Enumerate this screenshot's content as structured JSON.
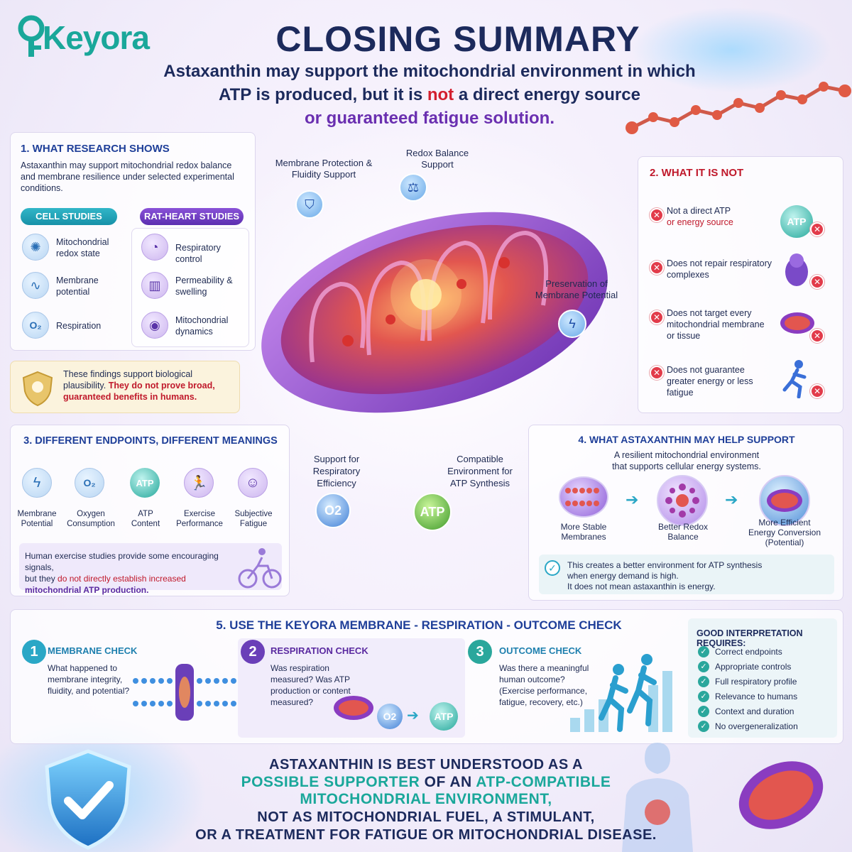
{
  "logo": {
    "text": "Keyora"
  },
  "header": {
    "title": "CLOSING SUMMARY",
    "subtitle_l1": "Astaxanthin may support the mitochondrial environment in which",
    "subtitle_l2a": "ATP is produced, but it is ",
    "subtitle_l2b": "not",
    "subtitle_l2c": " a direct energy source",
    "subtitle_l3": "or guaranteed fatigue solution."
  },
  "research": {
    "heading": "1. WHAT RESEARCH SHOWS",
    "intro": "Astaxanthin may support mitochondrial redox balance and membrane resilience under selected experimental conditions.",
    "cell_label": "CELL STUDIES",
    "rat_label": "RAT-HEART STUDIES",
    "cell_items": [
      "Mitochondrial redox state",
      "Membrane potential",
      "Respiration"
    ],
    "rat_items": [
      "Respiratory control",
      "Permeability & swelling",
      "Mitochondrial dynamics"
    ],
    "note_a": "These findings support biological plausibility.",
    "note_b": "They do not prove broad, guaranteed benefits in humans."
  },
  "center": {
    "label_membrane": "Membrane Protection & Fluidity Support",
    "label_redox": "Redox Balance Support",
    "label_preservation": "Preservation of Membrane Potential",
    "label_respiratory": "Support for Respiratory Efficiency",
    "label_compatible": "Compatible Environment for ATP Synthesis",
    "o2": "O2",
    "atp": "ATP"
  },
  "not": {
    "heading": "2. WHAT IT IS NOT",
    "item1a": "Not a direct ATP",
    "item1b": "or energy source",
    "item2": "Does not repair respiratory complexes",
    "item3": "Does not target every mitochondrial membrane or tissue",
    "item4": "Does not guarantee greater energy or less fatigue",
    "atp_icon": "ATP"
  },
  "endpoints": {
    "heading": "3. DIFFERENT ENDPOINTS, DIFFERENT MEANINGS",
    "items": [
      "Membrane Potential",
      "Oxygen Consumption",
      "ATP Content",
      "Exercise Performance",
      "Subjective Fatigue"
    ],
    "atp_icon": "ATP",
    "note_a": "Human exercise studies provide some encouraging signals,",
    "note_b": "but they ",
    "note_c": "do not directly establish increased",
    "note_d": "mitochondrial ATP production."
  },
  "support": {
    "heading": "4. WHAT ASTAXANTHIN MAY HELP SUPPORT",
    "intro": "A resilient mitochondrial environment that supports cellular energy systems.",
    "items": [
      "More Stable Membranes",
      "Better Redox Balance",
      "More Efficient Energy Conversion (Potential)"
    ],
    "note_a": "This creates a better environment for ATP synthesis when energy demand is high.",
    "note_b": "It does not mean astaxanthin is energy."
  },
  "check": {
    "heading": "5. USE THE KEYORA MEMBRANE - RESPIRATION - OUTCOME CHECK",
    "step1_num": "1",
    "step1_title": "MEMBRANE CHECK",
    "step1_text": "What happened to membrane integrity, fluidity, and potential?",
    "step2_num": "2",
    "step2_title": "RESPIRATION CHECK",
    "step2_text": "Was respiration measured? Was ATP production or content measured?",
    "step3_num": "3",
    "step3_title": "OUTCOME CHECK",
    "step3_text": "Was there a meaningful human outcome? (Exercise performance, fatigue, recovery, etc.)",
    "o2": "O2",
    "atp": "ATP"
  },
  "requires": {
    "heading": "GOOD INTERPRETATION REQUIRES:",
    "items": [
      "Correct endpoints",
      "Appropriate controls",
      "Full respiratory profile",
      "Relevance to humans",
      "Context and duration",
      "No overgeneralization"
    ]
  },
  "bottom": {
    "line1": "ASTAXANTHIN IS BEST UNDERSTOOD AS A",
    "line2a": "POSSIBLE SUPPORTER",
    "line2b": " OF AN ",
    "line2c": "ATP-COMPATIBLE",
    "line3": "MITOCHONDRIAL ENVIRONMENT,",
    "line4": "NOT AS MITOCHONDRIAL FUEL, A STIMULANT,",
    "line5": "OR A TREATMENT FOR FATIGUE OR MITOCHONDRIAL DISEASE."
  },
  "colors": {
    "teal": "#1aa79a",
    "navy": "#1c2a5c",
    "red": "#d31f2e",
    "purple": "#6a2fb0",
    "blue": "#1f3f99"
  }
}
